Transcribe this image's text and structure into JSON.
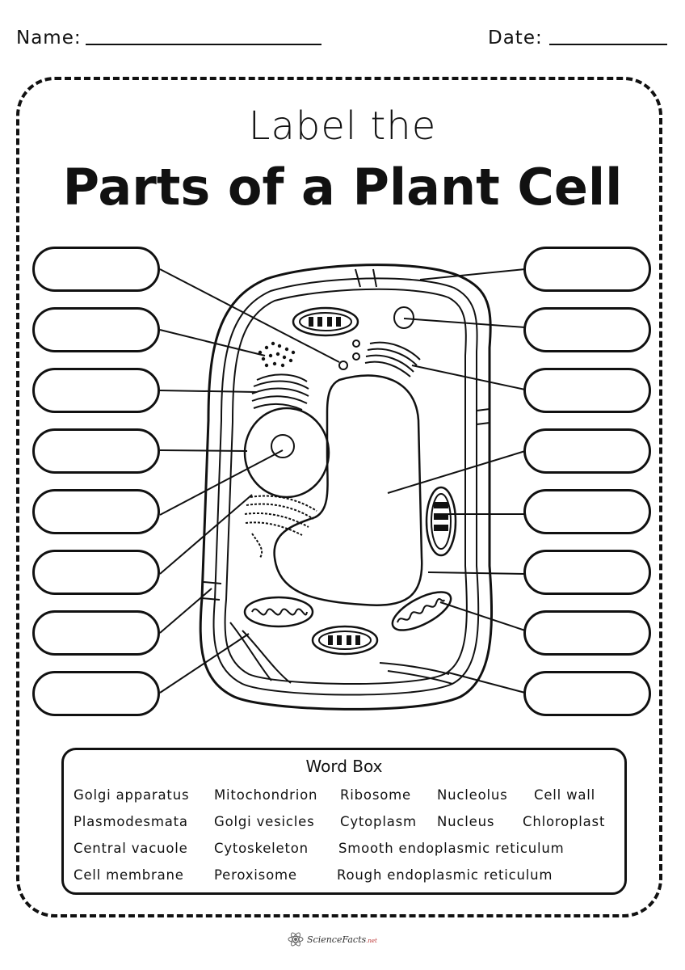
{
  "header": {
    "name_label": "Name:",
    "date_label": "Date:"
  },
  "title": {
    "line1": "Label the",
    "line2": "Parts of a Plant Cell"
  },
  "word_box": {
    "title": "Word Box",
    "rows": [
      [
        "Golgi apparatus",
        "Mitochondrion",
        "Ribosome",
        "Nucleolus",
        "Cell wall"
      ],
      [
        "Plasmodesmata",
        "Golgi vesicles",
        "Cytoplasm",
        "Nucleus",
        "Chloroplast"
      ],
      [
        "Central vacuole",
        "Cytoskeleton",
        "Smooth endoplasmic reticulum"
      ],
      [
        "Cell membrane",
        "Peroxisome",
        "Rough endoplasmic reticulum"
      ]
    ]
  },
  "footer": {
    "brand": "ScienceFacts",
    "brand_suffix": ".net",
    "icon": "atom-icon"
  }
}
